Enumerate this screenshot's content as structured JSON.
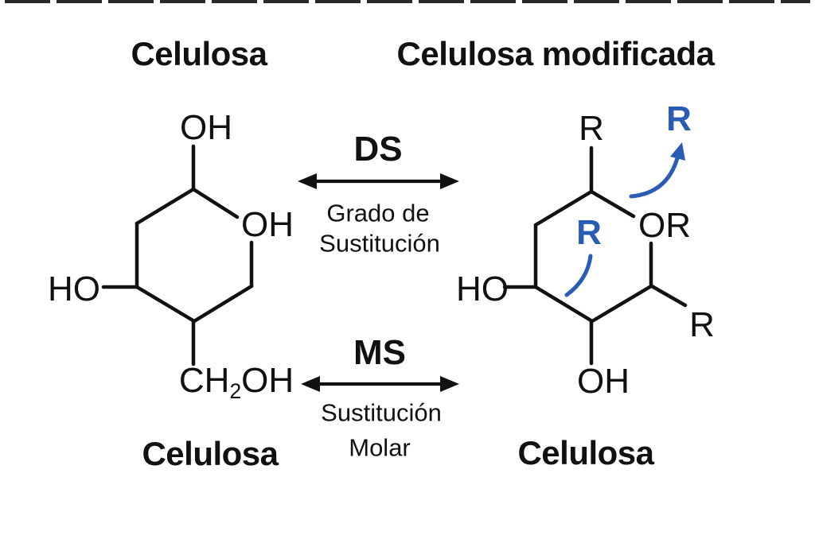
{
  "palette": {
    "ink": "#111111",
    "accent_blue": "#2b5cb5",
    "background": "#ffffff"
  },
  "headings": {
    "left": "Celulosa",
    "right": "Celulosa modificada"
  },
  "left_molecule": {
    "oh_top": "OH",
    "oh_ring": "OH",
    "ho": "HO",
    "ch2oh": {
      "pre": "CH",
      "sub": "2",
      "post": "OH"
    },
    "caption": "Celulosa"
  },
  "ds": {
    "abbr": "DS",
    "desc_line1": "Grado de",
    "desc_line2": "Sustitución"
  },
  "ms": {
    "abbr": "MS",
    "desc_line1": "Sustitución",
    "desc_line2": "Molar"
  },
  "right_molecule": {
    "r_top": "R",
    "r_new_top": "R",
    "or_ring": "OR",
    "ho": "HO",
    "r_new_mid": "R",
    "oh_bottom": "OH",
    "r_right": "R",
    "caption": "Celulosa"
  }
}
